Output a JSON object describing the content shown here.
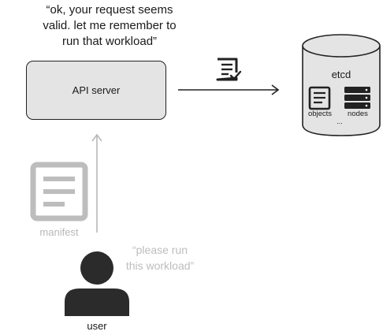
{
  "api_server_quote": "“ok, your request seems\nvalid. let me remember to\nrun that workload”",
  "api_server": {
    "label": "API server"
  },
  "etcd": {
    "label": "etcd",
    "objects_label": "objects",
    "nodes_label": "nodes",
    "more_label": "..."
  },
  "manifest": {
    "label": "manifest"
  },
  "user_quote": "“please run\nthis workload”",
  "user": {
    "label": "user"
  },
  "icons": {
    "document_to_etcd": "document-check-icon",
    "manifest": "document-icon",
    "objects": "document-icon",
    "nodes": "server-rack-icon",
    "user": "person-icon",
    "database": "database-cylinder-icon"
  },
  "colors": {
    "stroke": "#222222",
    "api_box_fill": "#e4e4e4",
    "etcd_fill": "#e4e4e4",
    "faded": "#b8b8b8"
  }
}
